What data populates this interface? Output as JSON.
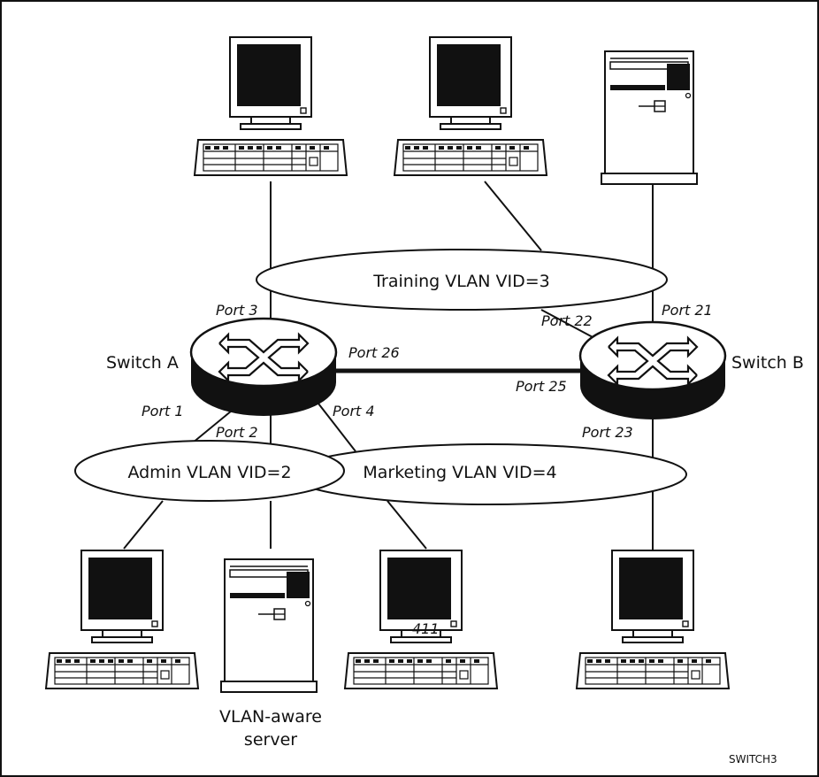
{
  "diagram": {
    "vlans": [
      {
        "id": "training",
        "label": "Training VLAN VID=3"
      },
      {
        "id": "admin",
        "label": "Admin VLAN VID=2"
      },
      {
        "id": "marketing",
        "label": "Marketing VLAN VID=4"
      }
    ],
    "switches": [
      {
        "id": "a",
        "label": "Switch A"
      },
      {
        "id": "b",
        "label": "Switch B"
      }
    ],
    "ports": {
      "p3": "Port 3",
      "p26": "Port 26",
      "p1": "Port 1",
      "p2": "Port 2",
      "p4": "Port 4",
      "p22": "Port 22",
      "p21": "Port 21",
      "p25": "Port 25",
      "p23": "Port 23"
    },
    "server_label_line1": "VLAN-aware",
    "server_label_line2": "server",
    "monitor_number": "411",
    "figure_id": "SWITCH3"
  }
}
